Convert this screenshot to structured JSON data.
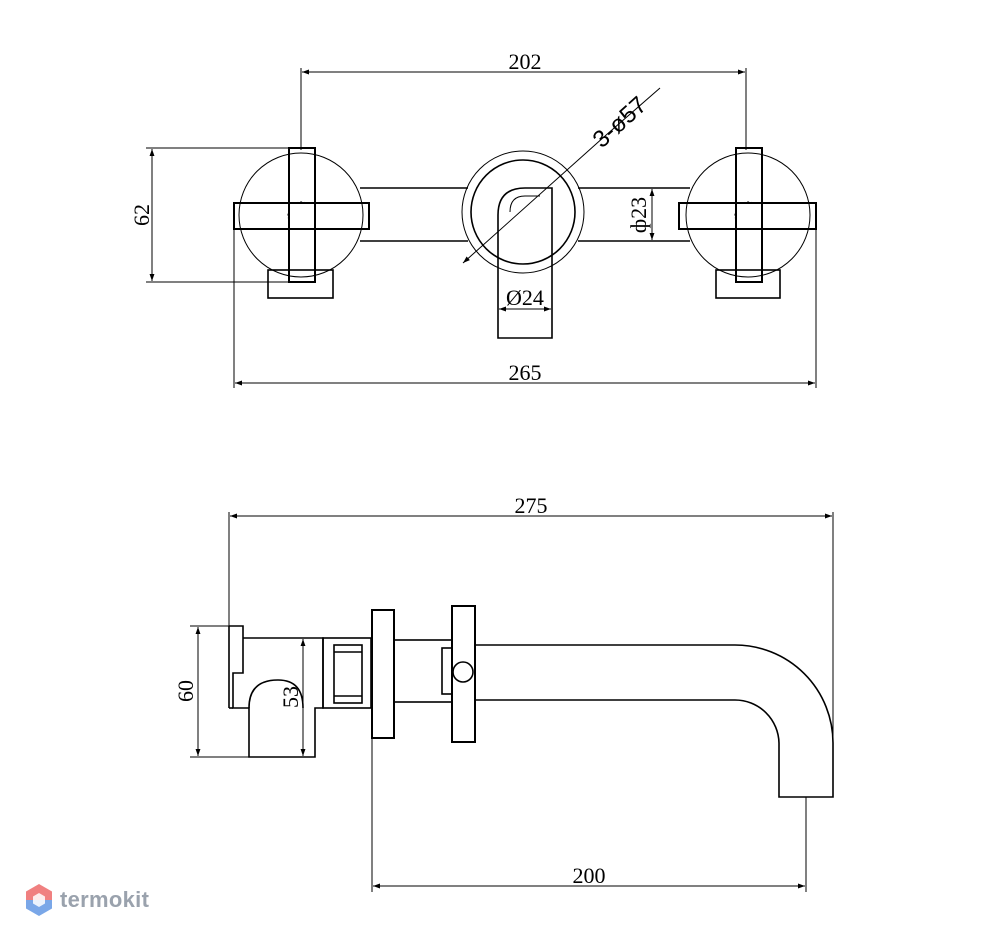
{
  "top_view": {
    "dim_total_width": "265",
    "dim_center_distance": "202",
    "dim_height": "62",
    "dim_rosette": "3-ø57",
    "dim_pipe": "ф23",
    "dim_spout": "Ø24"
  },
  "side_view": {
    "dim_total_length": "275",
    "dim_projection": "200",
    "dim_body_height": "60",
    "dim_inner_height": "53"
  },
  "watermark": {
    "text": "termokit",
    "color_top": "#f08080",
    "color_bottom": "#7aa7e8"
  }
}
